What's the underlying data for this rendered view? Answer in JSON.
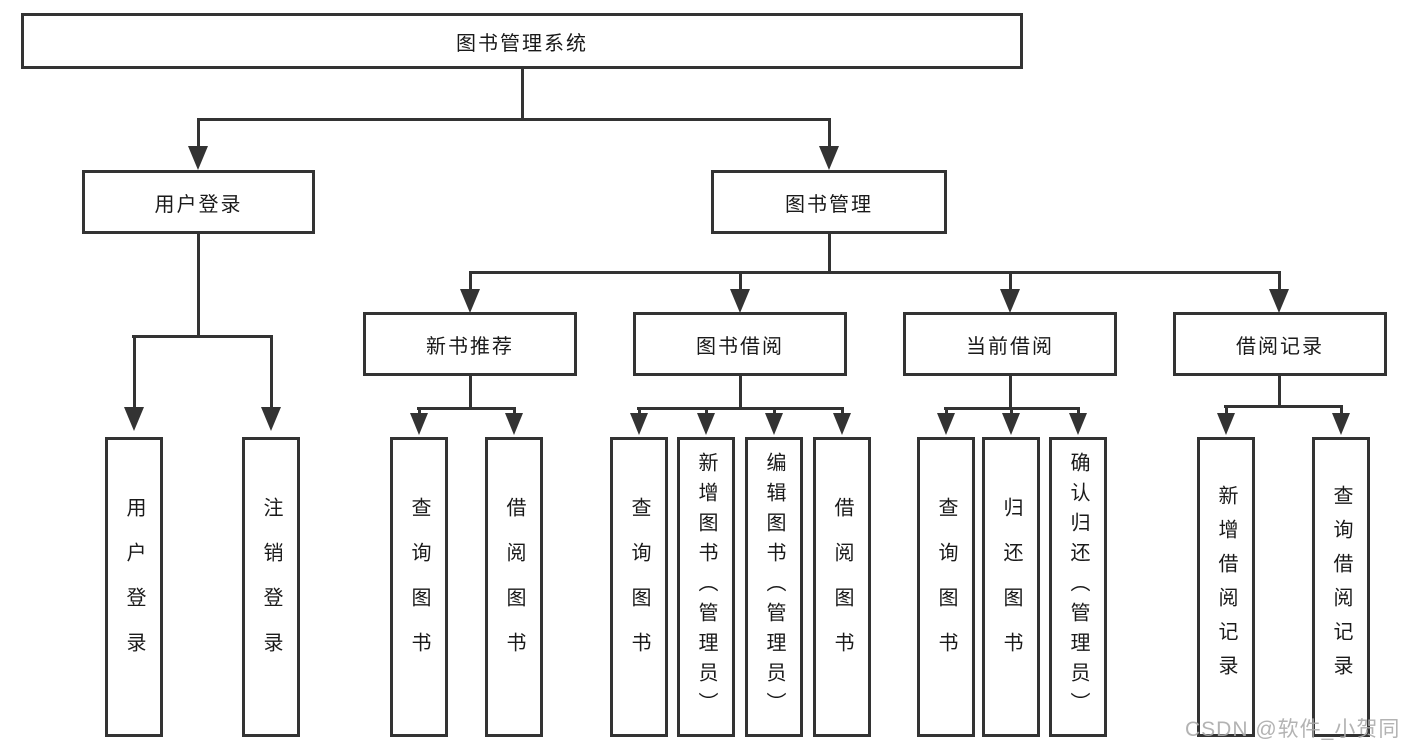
{
  "diagram": {
    "root": {
      "label": "图书管理系统"
    },
    "level2": [
      {
        "label": "用户登录"
      },
      {
        "label": "图书管理"
      }
    ],
    "level3": [
      {
        "label": "新书推荐"
      },
      {
        "label": "图书借阅"
      },
      {
        "label": "当前借阅"
      },
      {
        "label": "借阅记录"
      }
    ],
    "leaves": [
      {
        "label": "用户登录"
      },
      {
        "label": "注销登录"
      },
      {
        "label": "查询图书"
      },
      {
        "label": "借阅图书"
      },
      {
        "label": "查询图书"
      },
      {
        "label": "新增图书（管理员）"
      },
      {
        "label": "编辑图书（管理员）"
      },
      {
        "label": "借阅图书"
      },
      {
        "label": "查询图书"
      },
      {
        "label": "归还图书"
      },
      {
        "label": "确认归还（管理员）"
      },
      {
        "label": "新增借阅记录"
      },
      {
        "label": "查询借阅记录"
      }
    ]
  },
  "watermark": {
    "text": "CSDN @软件_小贺同学",
    "color": "#ababab"
  },
  "colors": {
    "line": "#333333",
    "text": "#1a1a1a",
    "background": "#ffffff"
  }
}
